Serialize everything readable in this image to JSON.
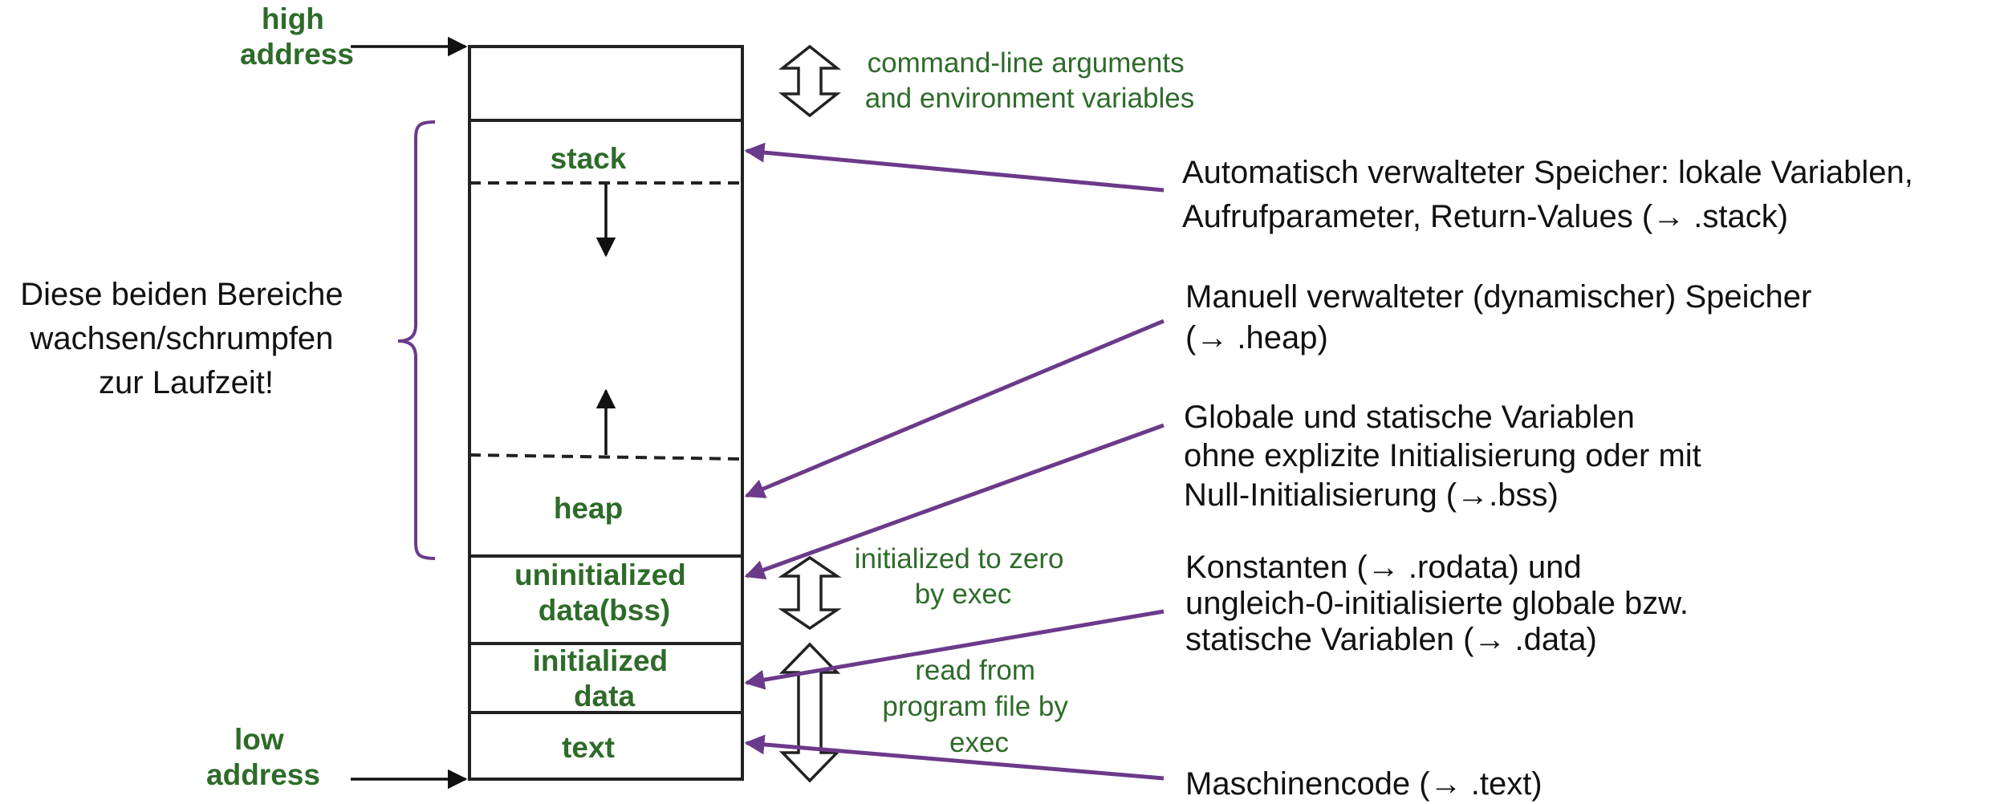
{
  "colors": {
    "accent_green": "#2e6b2a",
    "annotation_purple": "#6b3a8a",
    "text_black": "#111111"
  },
  "labels": {
    "high_address": [
      "high",
      "address"
    ],
    "low_address": [
      "low",
      "address"
    ],
    "cmdline": [
      "command-line arguments",
      "and environment variables"
    ],
    "zero_init": [
      "initialized to zero",
      "by exec"
    ],
    "read_from": [
      "read from",
      "program file by",
      "exec"
    ],
    "brace_note": [
      "Diese beiden Bereiche",
      "wachsen/schrumpfen",
      "zur Laufzeit!"
    ]
  },
  "segments": {
    "stack": [
      "stack"
    ],
    "heap": [
      "heap"
    ],
    "bss": [
      "uninitialized",
      "data(bss)"
    ],
    "data": [
      "initialized",
      "data"
    ],
    "text": [
      "text"
    ]
  },
  "annotations": {
    "stack": [
      "Automatisch verwalteter Speicher: lokale Variablen,",
      "Aufrufparameter, Return-Values (→ .stack)"
    ],
    "heap": [
      "Manuell verwalteter (dynamischer) Speicher",
      "(→ .heap)"
    ],
    "bss": [
      "Globale und statische Variablen",
      "ohne explizite Initialisierung oder mit",
      "Null-Initialisierung (→.bss)"
    ],
    "data": [
      "Konstanten (→ .rodata) und",
      "ungleich-0-initialisierte globale bzw.",
      "statische Variablen (→ .data)"
    ],
    "text": [
      "Maschinencode (→ .text)"
    ]
  }
}
